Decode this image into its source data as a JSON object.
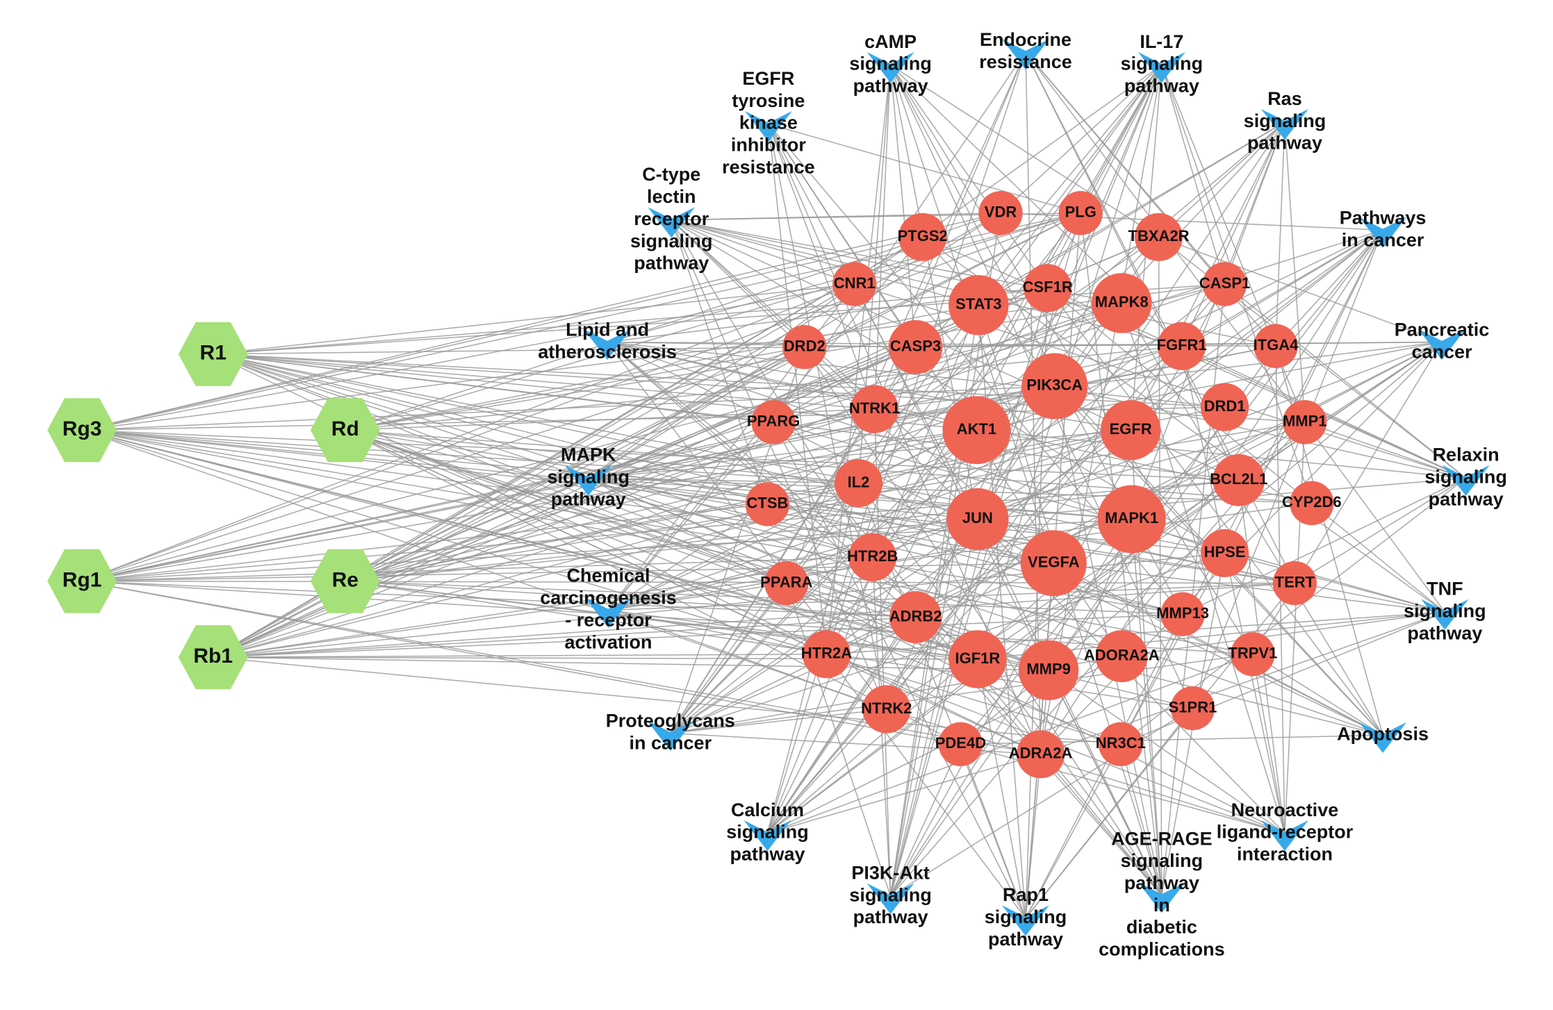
{
  "colors": {
    "compound": "#a6e078",
    "target": "#f06454",
    "pathway": "#37a9ea",
    "edge": "#9a9a9a",
    "label": "#111111"
  },
  "icons": {
    "compound": "hexagon-icon",
    "target": "circle-icon",
    "pathway": "v-arrow-icon"
  },
  "compounds": [
    "R1",
    "Rg3",
    "Rd",
    "Rg1",
    "Re",
    "Rb1"
  ],
  "targets": [
    "VDR",
    "PLG",
    "PTGS2",
    "TBXA2R",
    "CNR1",
    "CSF1R",
    "STAT3",
    "MAPK8",
    "CASP1",
    "DRD2",
    "CASP3",
    "FGFR1",
    "ITGA4",
    "PIK3CA",
    "PPARG",
    "NTRK1",
    "AKT1",
    "EGFR",
    "DRD1",
    "MMP1",
    "IL2",
    "BCL2L1",
    "CTSB",
    "JUN",
    "MAPK1",
    "CYP2D6",
    "HTR2B",
    "VEGFA",
    "HPSE",
    "PPARA",
    "TERT",
    "ADRB2",
    "MMP13",
    "HTR2A",
    "IGF1R",
    "MMP9",
    "ADORA2A",
    "TRPV1",
    "NTRK2",
    "S1PR1",
    "PDE4D",
    "ADRA2A",
    "NR3C1"
  ],
  "pathways": [
    [
      "Endocrine",
      "resistance"
    ],
    [
      "cAMP",
      "signaling",
      "pathway"
    ],
    [
      "IL-17",
      "signaling",
      "pathway"
    ],
    [
      "EGFR",
      "tyrosine",
      "kinase",
      "inhibitor",
      "resistance"
    ],
    [
      "Ras",
      "signaling",
      "pathway"
    ],
    [
      "C-type",
      "lectin",
      "receptor",
      "signaling",
      "pathway"
    ],
    [
      "Pathways",
      "in cancer"
    ],
    [
      "Lipid and",
      "atherosclerosis"
    ],
    [
      "Pancreatic",
      "cancer"
    ],
    [
      "MAPK",
      "signaling",
      "pathway"
    ],
    [
      "Relaxin",
      "signaling",
      "pathway"
    ],
    [
      "Chemical",
      "carcinogenesis",
      "- receptor",
      "activation"
    ],
    [
      "TNF",
      "signaling",
      "pathway"
    ],
    [
      "Proteoglycans",
      "in cancer"
    ],
    [
      "Apoptosis"
    ],
    [
      "Calcium",
      "signaling",
      "pathway"
    ],
    [
      "Neuroactive",
      "ligand-receptor",
      "interaction"
    ],
    [
      "AGE-RAGE",
      "signaling",
      "pathway",
      "in",
      "diabetic",
      "complications"
    ],
    [
      "PI3K-Akt",
      "signaling",
      "pathway"
    ],
    [
      "Rap1",
      "signaling",
      "pathway"
    ]
  ]
}
